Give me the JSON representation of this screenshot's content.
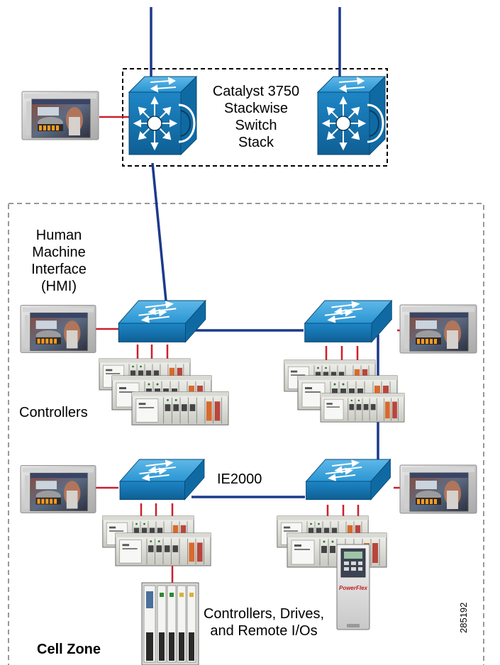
{
  "stack": {
    "name_lines": [
      "Catalyst 3750",
      "Stackwise",
      "Switch",
      "Stack"
    ]
  },
  "hmi": {
    "label_lines": [
      "Human",
      "Machine",
      "Interface",
      "(HMI)"
    ]
  },
  "labels": {
    "controllers": "Controllers",
    "ie2000": "IE2000",
    "bottom_lines": [
      "Controllers, Drives,",
      "and Remote I/Os"
    ],
    "cell_zone": "Cell Zone",
    "figure_id": "285192"
  },
  "colors": {
    "uplink": "#1c3a8c",
    "ethernet": "#cc1f2b",
    "switch_blue": "#1f8fd0",
    "switch_dark": "#0e5f94",
    "zone_border": "#000000"
  }
}
